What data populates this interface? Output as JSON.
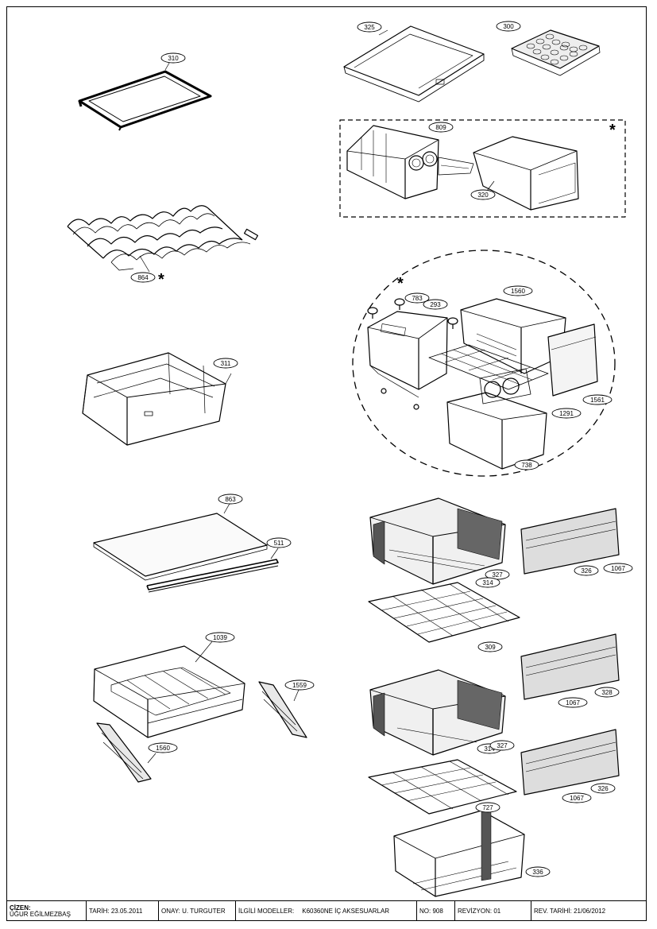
{
  "parts": {
    "left": [
      {
        "id": "310",
        "name": "glass-shelf-310"
      },
      {
        "id": "864",
        "name": "bottle-rack-864",
        "star": true
      },
      {
        "id": "311",
        "name": "crisper-311"
      },
      {
        "id": "863",
        "name": "glass-cover-863"
      },
      {
        "id": "511",
        "name": "profile-511"
      },
      {
        "id": "1039",
        "name": "drawer-1039"
      },
      {
        "id": "1559",
        "name": "front-panel-1559"
      },
      {
        "id": "1560",
        "name": "front-panel-1560"
      }
    ],
    "right": [
      {
        "id": "325",
        "name": "tray-325"
      },
      {
        "id": "300",
        "name": "ice-tray-300"
      },
      {
        "id": "809",
        "name": "icemaker-809"
      },
      {
        "id": "320",
        "name": "ice-bucket-320"
      },
      {
        "id": "1560",
        "name": "basket-1560"
      },
      {
        "id": "783",
        "name": "knob-783"
      },
      {
        "id": "293",
        "name": "icemaker-293"
      },
      {
        "id": "1561",
        "name": "front-1561"
      },
      {
        "id": "1291",
        "name": "rail-1291"
      },
      {
        "id": "738",
        "name": "bucket-738"
      },
      {
        "id": "327",
        "name": "freezer-drawer-327-a"
      },
      {
        "id": "314",
        "name": "freezer-drawer-314-a"
      },
      {
        "id": "326",
        "name": "front-326-a"
      },
      {
        "id": "1067",
        "name": "handle-1067-a"
      },
      {
        "id": "309",
        "name": "wire-shelf-309"
      },
      {
        "id": "328",
        "name": "front-328"
      },
      {
        "id": "1067",
        "name": "handle-1067-b"
      },
      {
        "id": "314",
        "name": "freezer-drawer-314-b"
      },
      {
        "id": "327",
        "name": "freezer-drawer-327-b"
      },
      {
        "id": "727",
        "name": "wire-shelf-727"
      },
      {
        "id": "1067",
        "name": "handle-1067-c"
      },
      {
        "id": "326",
        "name": "front-326-b"
      },
      {
        "id": "336",
        "name": "drawer-336"
      }
    ]
  },
  "optional_mark": "*",
  "title_block": {
    "drawn_by_label": "ÇİZEN:",
    "drawn_by": "UĞUR EĞİLMEZBAŞ",
    "date": "TARİH: 23.05.2011",
    "approved": "ONAY: U. TURGUTER",
    "models_label": "İLGİLİ MODELLER:",
    "models": "K60360NE İÇ AKSESUARLAR",
    "number": "NO: 908",
    "revision": "REVİZYON: 01",
    "revision_date": "REV. TARİHİ: 21/06/2012"
  },
  "colors": {
    "line": "#000000",
    "fill": "#ffffff",
    "shade": "#d8d8d8"
  }
}
